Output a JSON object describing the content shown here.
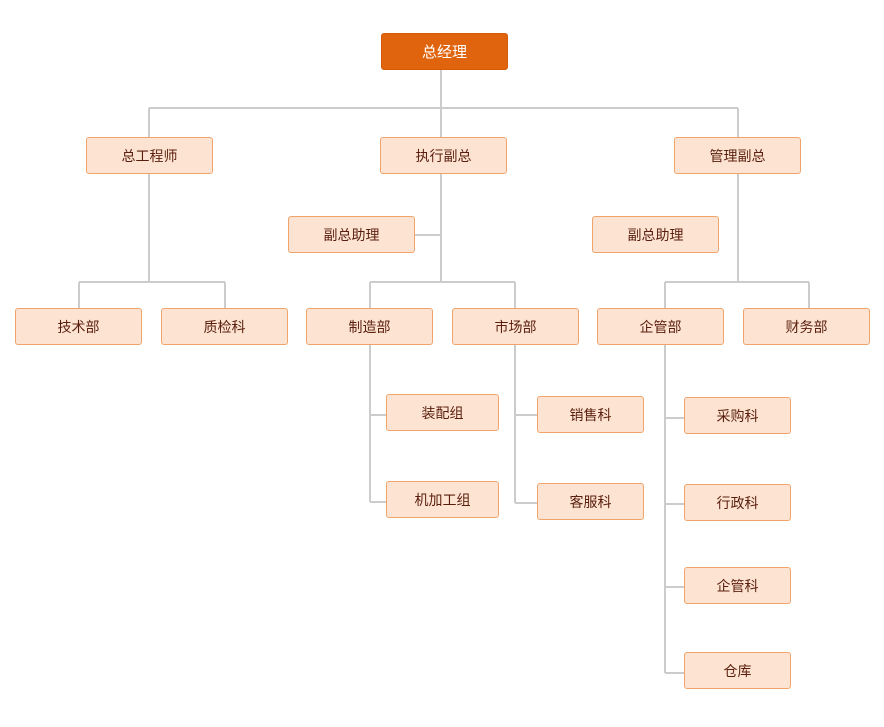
{
  "colors": {
    "root_fill": "#e0640e",
    "node_fill": "#fde4d2",
    "node_border": "#f0a46c",
    "node_text": "#5a1e0e",
    "connector": "#cccccc"
  },
  "nodes": {
    "general_manager": "总经理",
    "chief_engineer": "总工程师",
    "executive_vp": "执行副总",
    "admin_vp": "管理副总",
    "exec_assistant": "副总助理",
    "admin_assistant": "副总助理",
    "tech_dept": "技术部",
    "quality_section": "质检科",
    "manufacturing_dept": "制造部",
    "marketing_dept": "市场部",
    "enterprise_dept": "企管部",
    "finance_dept": "财务部",
    "assembly_group": "装配组",
    "machining_group": "机加工组",
    "sales_section": "销售科",
    "service_section": "客服科",
    "procurement_section": "采购科",
    "admin_section": "行政科",
    "enterprise_section": "企管科",
    "warehouse": "仓库"
  }
}
